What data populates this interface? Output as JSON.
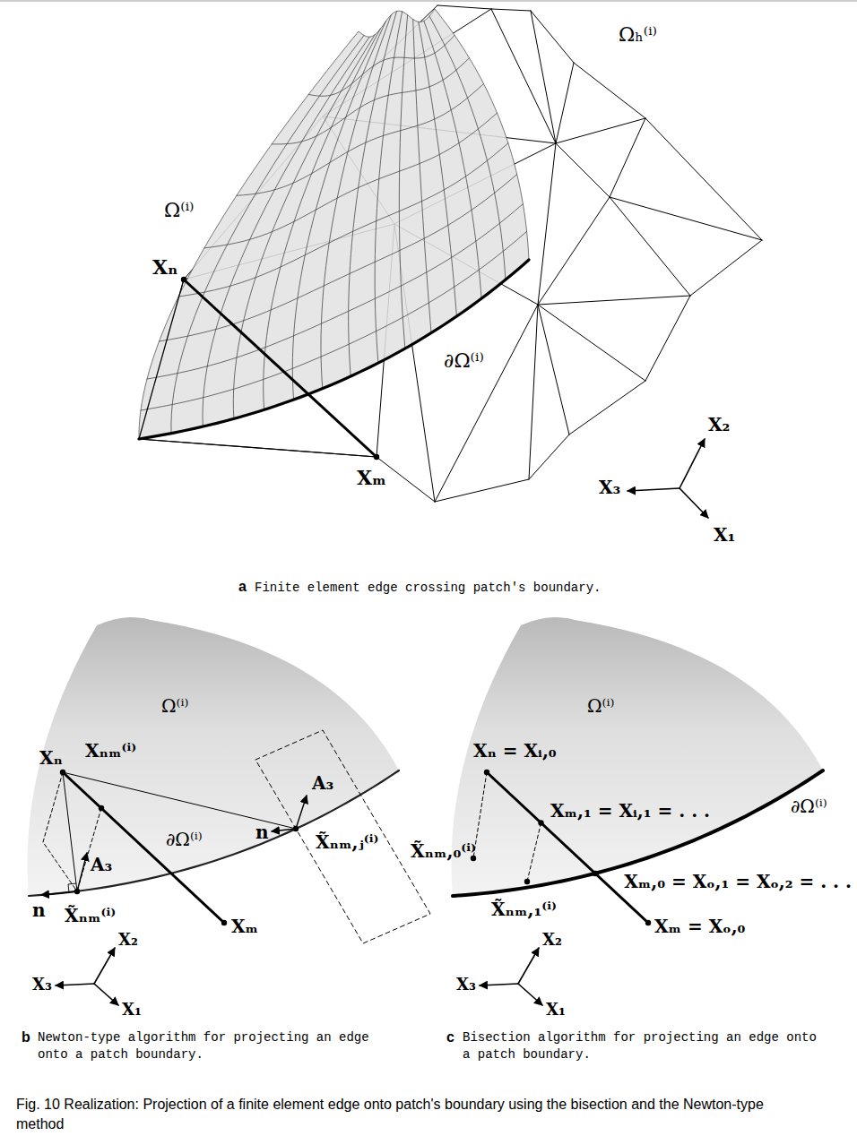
{
  "diagram": {
    "caption": "Fig. 10 Realization: Projection of a finite element edge onto patch's boundary using the bisection and the Newton-type method",
    "labels": [
      "Ωₕ⁽ⁱ⁾",
      "Ω⁽ⁱ⁾",
      "Xₙ",
      "∂Ω⁽ⁱ⁾",
      "X₂",
      "X₃",
      "X₁",
      "Xₘ",
      "a",
      "Finite element edge crossing patch's boundary.",
      "Ω⁽ⁱ⁾",
      "Xₙ",
      "Xₙₘ⁽ⁱ⁾",
      "A₃",
      "n",
      "A₃",
      "n",
      "X̃ₙₘ,ⱼ⁽ⁱ⁾",
      "∂Ω⁽ⁱ⁾",
      "X̃ₙₘ⁽ⁱ⁾",
      "Xₘ",
      "X₂",
      "X₃",
      "X₁",
      "b",
      "Newton-type algorithm for projecting an edge onto a patch boundary.",
      "Ω⁽ⁱ⁾",
      "Xₙ = Xᵢ,₀",
      "∂Ω⁽ⁱ⁾",
      "Xₘ,₁ = Xᵢ,₁ = . . .",
      "X̃ₙₘ,₀⁽ⁱ⁾",
      "Xₘ,₀ = Xₒ,₁ = Xₒ,₂ = . . .",
      "X̃ₙₘ,₁⁽ⁱ⁾",
      "Xₘ = Xₒ,₀",
      "X₂",
      "X₃",
      "X₁",
      "c",
      "Bisection algorithm for projecting an edge onto a patch boundary."
    ]
  }
}
